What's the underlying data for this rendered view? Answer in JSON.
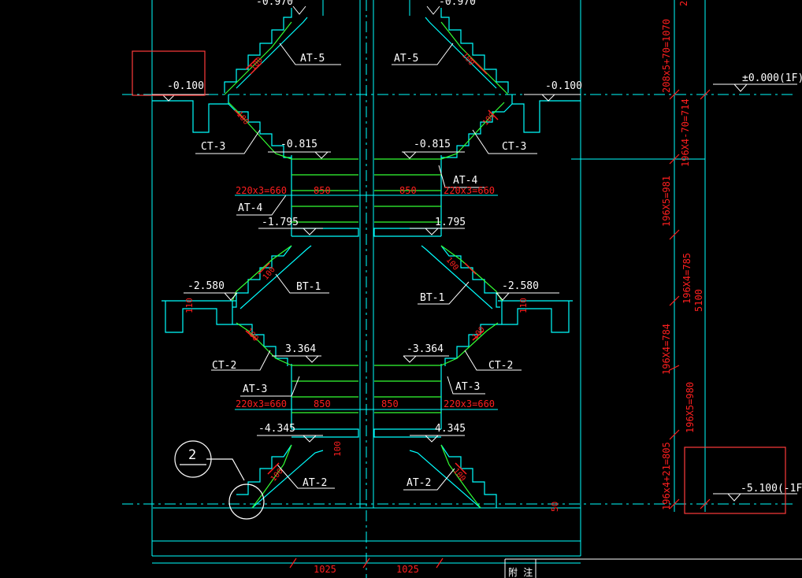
{
  "colors": {
    "background": "#000000",
    "stair": "#00ffff",
    "tread": "#33ff33",
    "dimension": "#ff1f1f",
    "label": "#ffffff",
    "highlight_box": "#ff3b3b"
  },
  "labels": {
    "top_left_elev": "-0.970",
    "top_right_elev": "-0.970",
    "at5_left": "AT-5",
    "at5_right": "AT-5",
    "elev_left_0100": "-0.100",
    "elev_right_0100": "-0.100",
    "elev_1f": "±0.000(1F)",
    "ct3_left": "CT-3",
    "ct3_right": "CT-3",
    "elev_left_0815": "-0.815",
    "elev_right_0815": "-0.815",
    "at4_right": "AT-4",
    "at4_left": "AT-4",
    "dim_220_upper_left": "220x3=660",
    "dim_850_upper_left": "850",
    "dim_850_upper_right": "850",
    "dim_220_upper_right": "220x3=660",
    "elev_left_1795": "-1.795",
    "elev_right_1795": "1.795",
    "bt1_left": "BT-1",
    "bt1_right": "BT-1",
    "elev_left_2580": "-2.580",
    "elev_right_2580": "-2.580",
    "dim_110_left": "110",
    "dim_110_right": "110",
    "elev_left_3364": "3.364",
    "elev_right_3364": "-3.364",
    "ct2_left": "CT-2",
    "ct2_right": "CT-2",
    "at3_left": "AT-3",
    "at3_right": "AT-3",
    "dim_220_lower_left": "220x3=660",
    "dim_850_lower_left": "850",
    "dim_850_lower_right": "850",
    "dim_220_lower_right": "220x3=660",
    "elev_left_4345": "-4.345",
    "elev_right_4345": "4.345",
    "dim_100_mid": "100",
    "at2_left": "AT-2",
    "at2_right": "AT-2",
    "detail_number": "2",
    "elev_basement": "-5.100(-1F)",
    "dim_50": "50",
    "dim_1025_left": "1025",
    "dim_1025_right": "1025",
    "table_text": "附 注",
    "slab_100_a": "100",
    "slab_100_b": "100",
    "slab_100_c": "100",
    "slab_100_d": "100",
    "slab_100_e": "100",
    "slab_100_f": "100",
    "slab_100_g": "100",
    "slab_100_h": "100",
    "slab_100_i": "100",
    "slab_100_j": "100"
  },
  "vertical_dims": {
    "d1": "2",
    "d2": "208x5+70=1070",
    "d3": "196X4-70=714",
    "d4": "196X5=981",
    "d5": "196X4=785",
    "d6": "5100",
    "d7": "196X4=784",
    "d8": "196X5=980",
    "d9": "196x4+21=805"
  }
}
